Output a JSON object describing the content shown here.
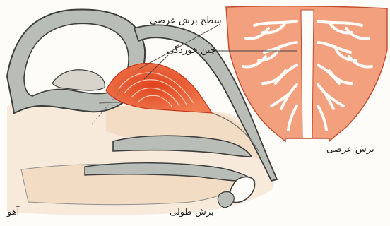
{
  "labels": {
    "cross_section_plane": "سطح برش عرضی",
    "folds": "چین خوردگی",
    "cross_section": "برش عرضی",
    "longitudinal_section": "برش طولی",
    "animal": "آهو"
  },
  "colors": {
    "background": "#fefcf8",
    "bone_fill": "#b9bdb8",
    "bone_outline": "#3d3d3d",
    "tissue": "#f2dcc4",
    "tissue_light": "#f8eadb",
    "fold_red": "#e0431e",
    "cross_section_fill": "#f2a07e",
    "cross_section_outline": "#c24a2a"
  }
}
